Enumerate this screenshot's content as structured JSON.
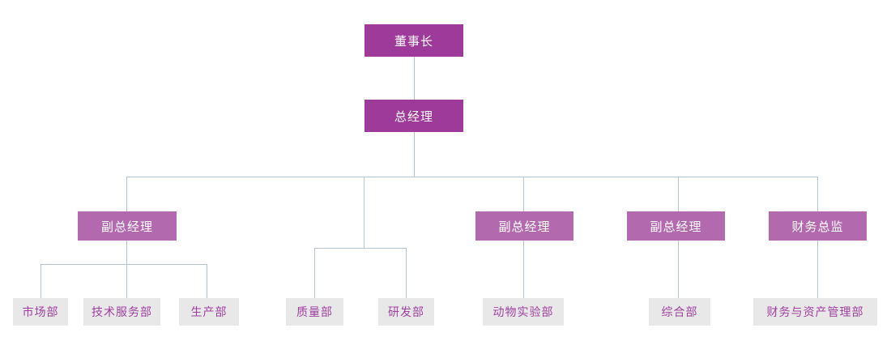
{
  "colors": {
    "exec_box": "#9e3a99",
    "manager_box": "#b269ae",
    "dept_box": "#e9e8e9",
    "dept_text": "#9e3f9f",
    "box_text": "#ffffff",
    "connector": "#b5c3d1"
  },
  "nodes": {
    "chairman": {
      "label": "董事长"
    },
    "general_manager": {
      "label": "总经理"
    },
    "deputy_gm_1": {
      "label": "副总经理"
    },
    "deputy_gm_2": {
      "label": "副总经理"
    },
    "deputy_gm_3": {
      "label": "副总经理"
    },
    "finance_director": {
      "label": "财务总监"
    },
    "marketing": {
      "label": "市场部"
    },
    "tech_service": {
      "label": "技术服务部"
    },
    "production": {
      "label": "生产部"
    },
    "quality": {
      "label": "质量部"
    },
    "rnd": {
      "label": "研发部"
    },
    "animal_lab": {
      "label": "动物实验部"
    },
    "general_affairs": {
      "label": "综合部"
    },
    "finance_asset": {
      "label": "财务与资产管理部"
    }
  },
  "structure": {
    "root": "chairman",
    "edges": [
      {
        "from": "chairman",
        "to": "general_manager"
      },
      {
        "from": "general_manager",
        "to": "deputy_gm_1"
      },
      {
        "from": "general_manager",
        "to": "quality"
      },
      {
        "from": "general_manager",
        "to": "rnd"
      },
      {
        "from": "general_manager",
        "to": "deputy_gm_2"
      },
      {
        "from": "general_manager",
        "to": "deputy_gm_3"
      },
      {
        "from": "general_manager",
        "to": "finance_director"
      },
      {
        "from": "deputy_gm_1",
        "to": "marketing"
      },
      {
        "from": "deputy_gm_1",
        "to": "tech_service"
      },
      {
        "from": "deputy_gm_1",
        "to": "production"
      },
      {
        "from": "deputy_gm_2",
        "to": "animal_lab"
      },
      {
        "from": "deputy_gm_3",
        "to": "general_affairs"
      },
      {
        "from": "finance_director",
        "to": "finance_asset"
      }
    ]
  }
}
